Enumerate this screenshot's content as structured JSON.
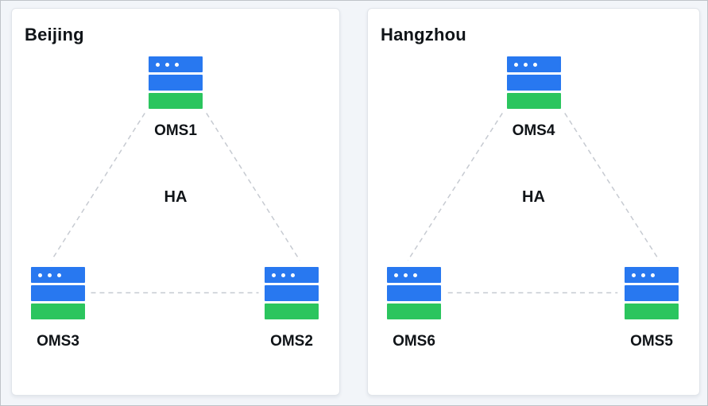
{
  "colors": {
    "server_bar_blue": "#2878f0",
    "server_bar_green": "#2bc55e",
    "connection_line": "#c6cad1",
    "panel_background": "#ffffff",
    "panel_border": "#e1e5ea",
    "page_background": "#f2f5f9"
  },
  "regions": [
    {
      "title": "Beijing",
      "ha_label": "HA",
      "nodes": {
        "top": {
          "label": "OMS1",
          "icon": "server-icon"
        },
        "bottom_left": {
          "label": "OMS3",
          "icon": "server-icon"
        },
        "bottom_right": {
          "label": "OMS2",
          "icon": "server-icon"
        }
      },
      "connections": [
        {
          "from": "OMS1",
          "to": "OMS3",
          "style": "dashed"
        },
        {
          "from": "OMS1",
          "to": "OMS2",
          "style": "dashed"
        },
        {
          "from": "OMS3",
          "to": "OMS2",
          "style": "dashed"
        }
      ]
    },
    {
      "title": "Hangzhou",
      "ha_label": "HA",
      "nodes": {
        "top": {
          "label": "OMS4",
          "icon": "server-icon"
        },
        "bottom_left": {
          "label": "OMS6",
          "icon": "server-icon"
        },
        "bottom_right": {
          "label": "OMS5",
          "icon": "server-icon"
        }
      },
      "connections": [
        {
          "from": "OMS4",
          "to": "OMS6",
          "style": "dashed"
        },
        {
          "from": "OMS4",
          "to": "OMS5",
          "style": "dashed"
        },
        {
          "from": "OMS6",
          "to": "OMS5",
          "style": "dashed"
        }
      ]
    }
  ]
}
